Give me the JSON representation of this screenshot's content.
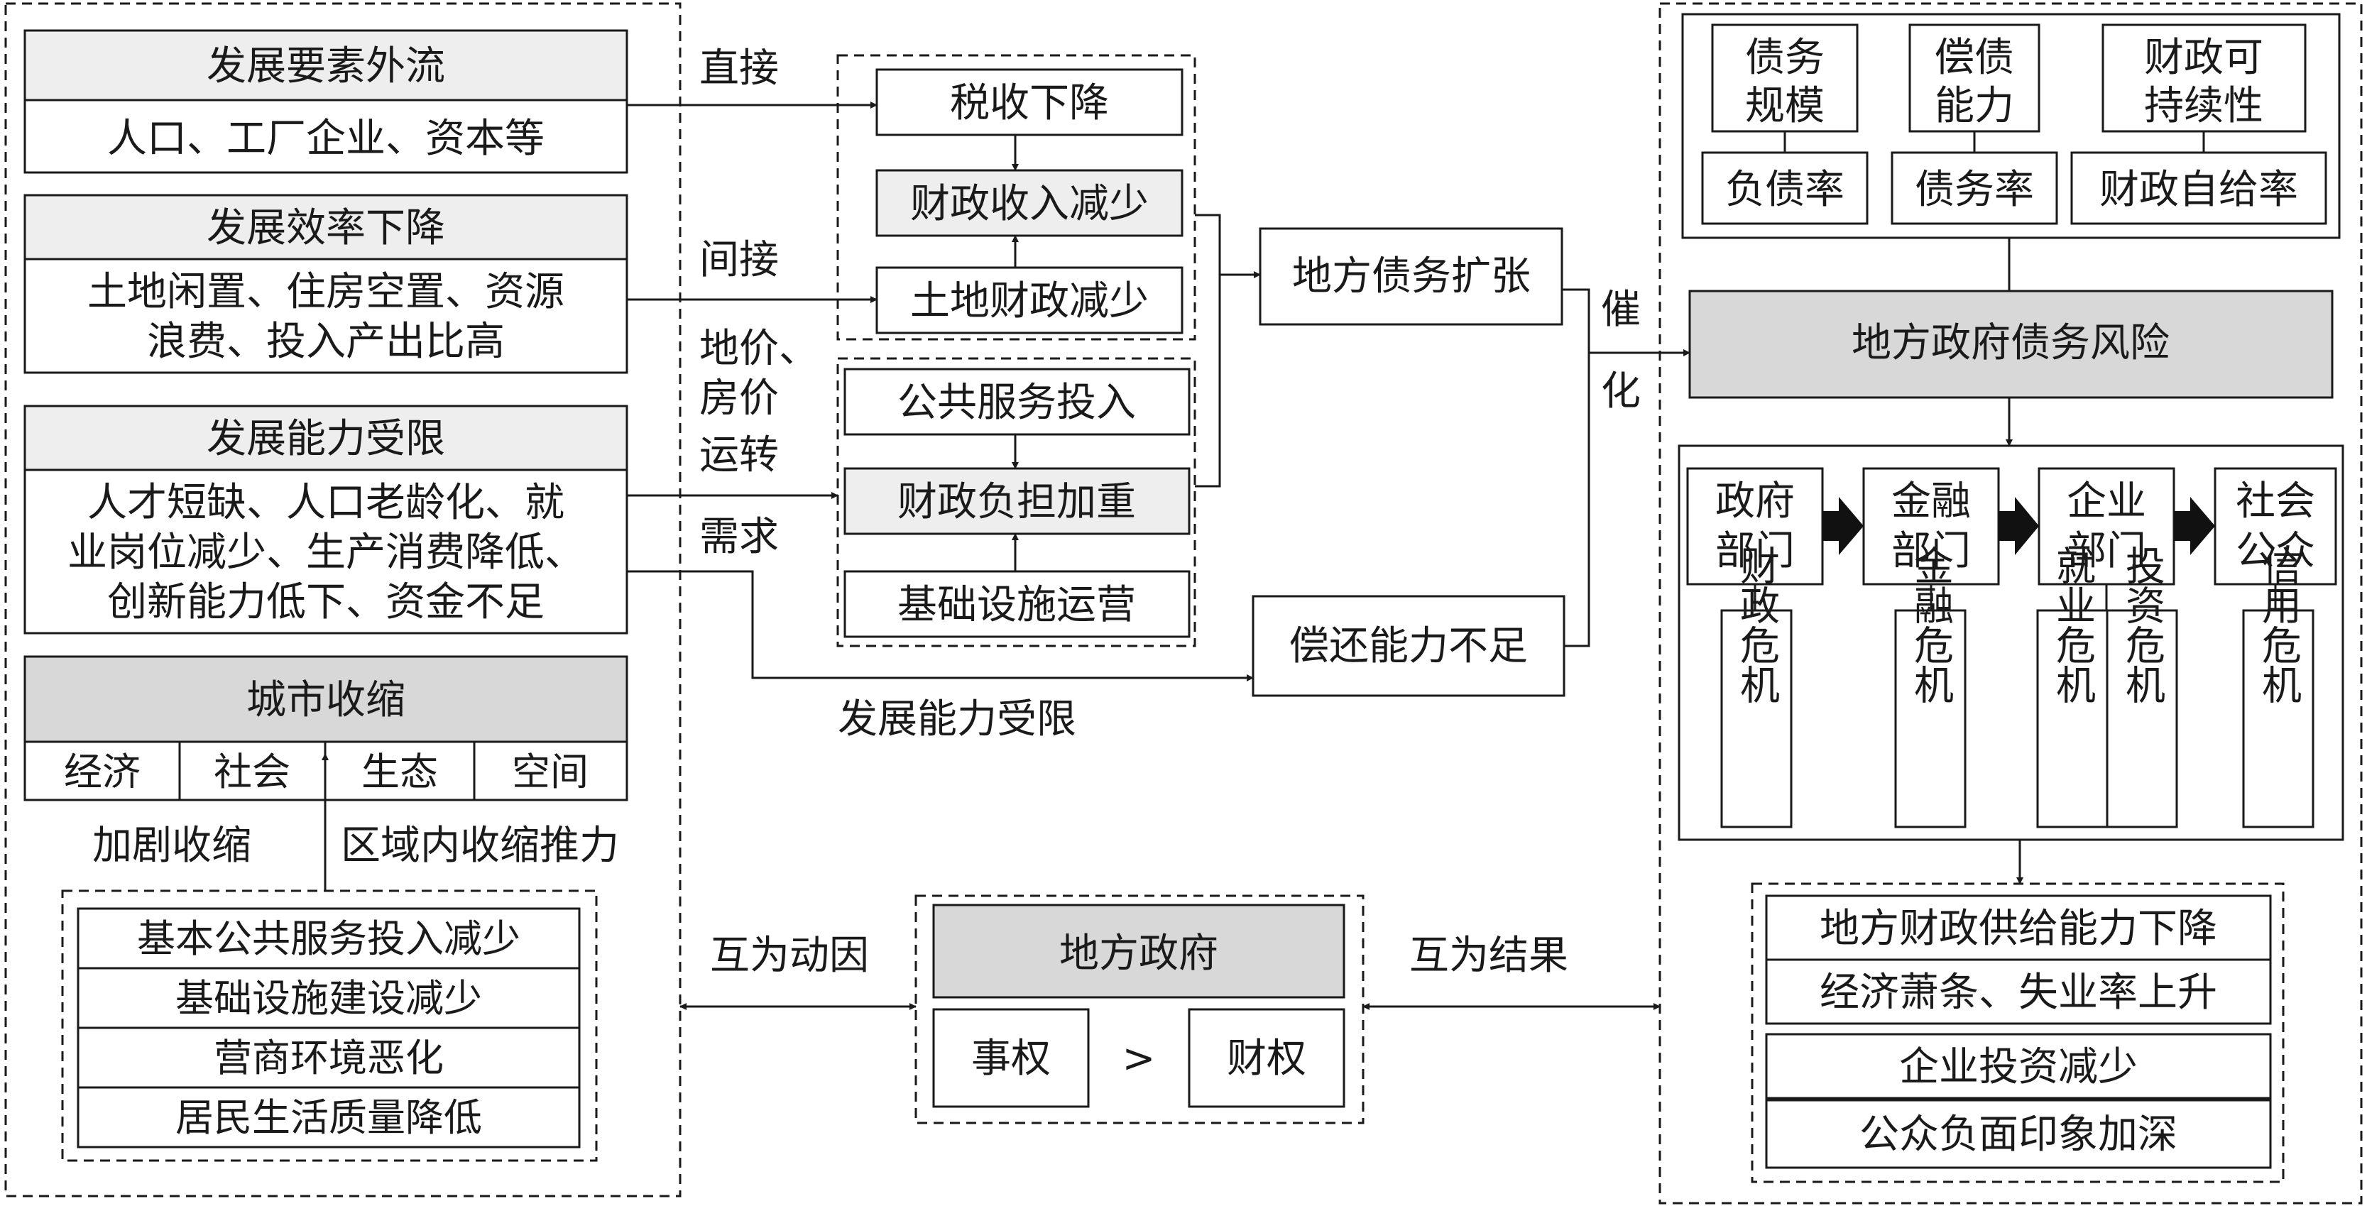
{
  "left": {
    "outflow": {
      "title": "发展要素外流",
      "detail": "人口、工厂企业、资本等"
    },
    "efficiency": {
      "title": "发展效率下降",
      "detail_line1": "土地闲置、住房空置、资源",
      "detail_line2": "浪费、投入产出比高"
    },
    "capacity": {
      "title": "发展能力受限",
      "detail_line1": "人才短缺、人口老龄化、就",
      "detail_line2": "业岗位减少、生产消费降低、",
      "detail_line3": "创新能力低下、资金不足"
    },
    "shrink": {
      "title": "城市收缩",
      "dims": [
        "经济",
        "社会",
        "生态",
        "空间"
      ]
    },
    "label_aggravate": "加剧收缩",
    "label_push": "区域内收缩推力",
    "impacts": [
      "基本公共服务投入减少",
      "基础设施建设减少",
      "营商环境恶化",
      "居民生活质量降低"
    ]
  },
  "edge_labels": {
    "direct": "直接",
    "indirect": "间接",
    "land_line1": "地价、",
    "land_line2": "房价",
    "operate": "运转",
    "demand": "需求",
    "capacity_limited": "发展能力受限",
    "catalyze_1": "催",
    "catalyze_2": "化",
    "mutual_cause": "互为动因",
    "mutual_result": "互为结果"
  },
  "middle": {
    "revenue": [
      "税收下降",
      "财政收入减少",
      "土地财政减少"
    ],
    "burden": [
      "公共服务投入",
      "财政负担加重",
      "基础设施运营"
    ],
    "debt_expand": "地方债务扩张",
    "repay_insufficient": "偿还能力不足",
    "gov": {
      "title": "地方政府",
      "rights": "事权",
      "compare": ">",
      "finance": "财权"
    }
  },
  "right": {
    "indicators": [
      {
        "name_line1": "债务",
        "name_line2": "规模",
        "metric": "负债率"
      },
      {
        "name_line1": "偿债",
        "name_line2": "能力",
        "metric": "债务率"
      },
      {
        "name_line1": "财政可",
        "name_line2": "持续性",
        "metric": "财政自给率"
      }
    ],
    "risk": "地方政府债务风险",
    "sectors": [
      {
        "line1": "政府",
        "line2": "部门",
        "crises": [
          "财政危机"
        ]
      },
      {
        "line1": "金融",
        "line2": "部门",
        "crises": [
          "金融危机"
        ]
      },
      {
        "line1": "企业",
        "line2": "部门",
        "crises": [
          "就业危机",
          "投资危机"
        ]
      },
      {
        "line1": "社会",
        "line2": "公众",
        "crises": [
          "信用危机"
        ]
      }
    ],
    "outcomes": [
      "地方财政供给能力下降",
      "经济萧条、失业率上升",
      "企业投资减少",
      "公众负面印象加深"
    ]
  }
}
